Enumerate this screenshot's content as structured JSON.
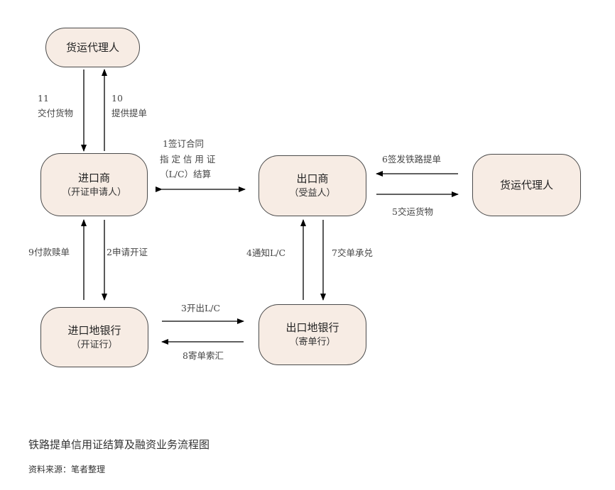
{
  "nodes": {
    "forwarder_left": {
      "line1": "货运代理人"
    },
    "importer": {
      "line1": "进口商",
      "line2": "（开证申请人）"
    },
    "exporter": {
      "line1": "出口商",
      "line2": "（受益人）"
    },
    "forwarder_right": {
      "line1": "货运代理人"
    },
    "importer_bank": {
      "line1": "进口地银行",
      "line2": "（开证行）"
    },
    "exporter_bank": {
      "line1": "出口地银行",
      "line2": "（寄单行）"
    }
  },
  "labels": {
    "step11_num": "11",
    "step11_text": "交付货物",
    "step10_num": "10",
    "step10_text": "提供提单",
    "step1_l1": "1签订合同",
    "step1_l2": "指 定 信 用 证",
    "step1_l3": "（L/C）结算",
    "step6": "6签发铁路提单",
    "step5": "5交运货物",
    "step9": "9付款赎单",
    "step2": "2申请开证",
    "step4": "4通知L/C",
    "step7": "7交单承兑",
    "step3": "3开出L/C",
    "step8": "8寄单索汇"
  },
  "caption": "铁路提单信用证结算及融资业务流程图",
  "source": "资料来源：笔者整理",
  "colors": {
    "node_fill": "#f7ece4",
    "node_border": "#4a4a4a",
    "arrow": "#000000"
  }
}
